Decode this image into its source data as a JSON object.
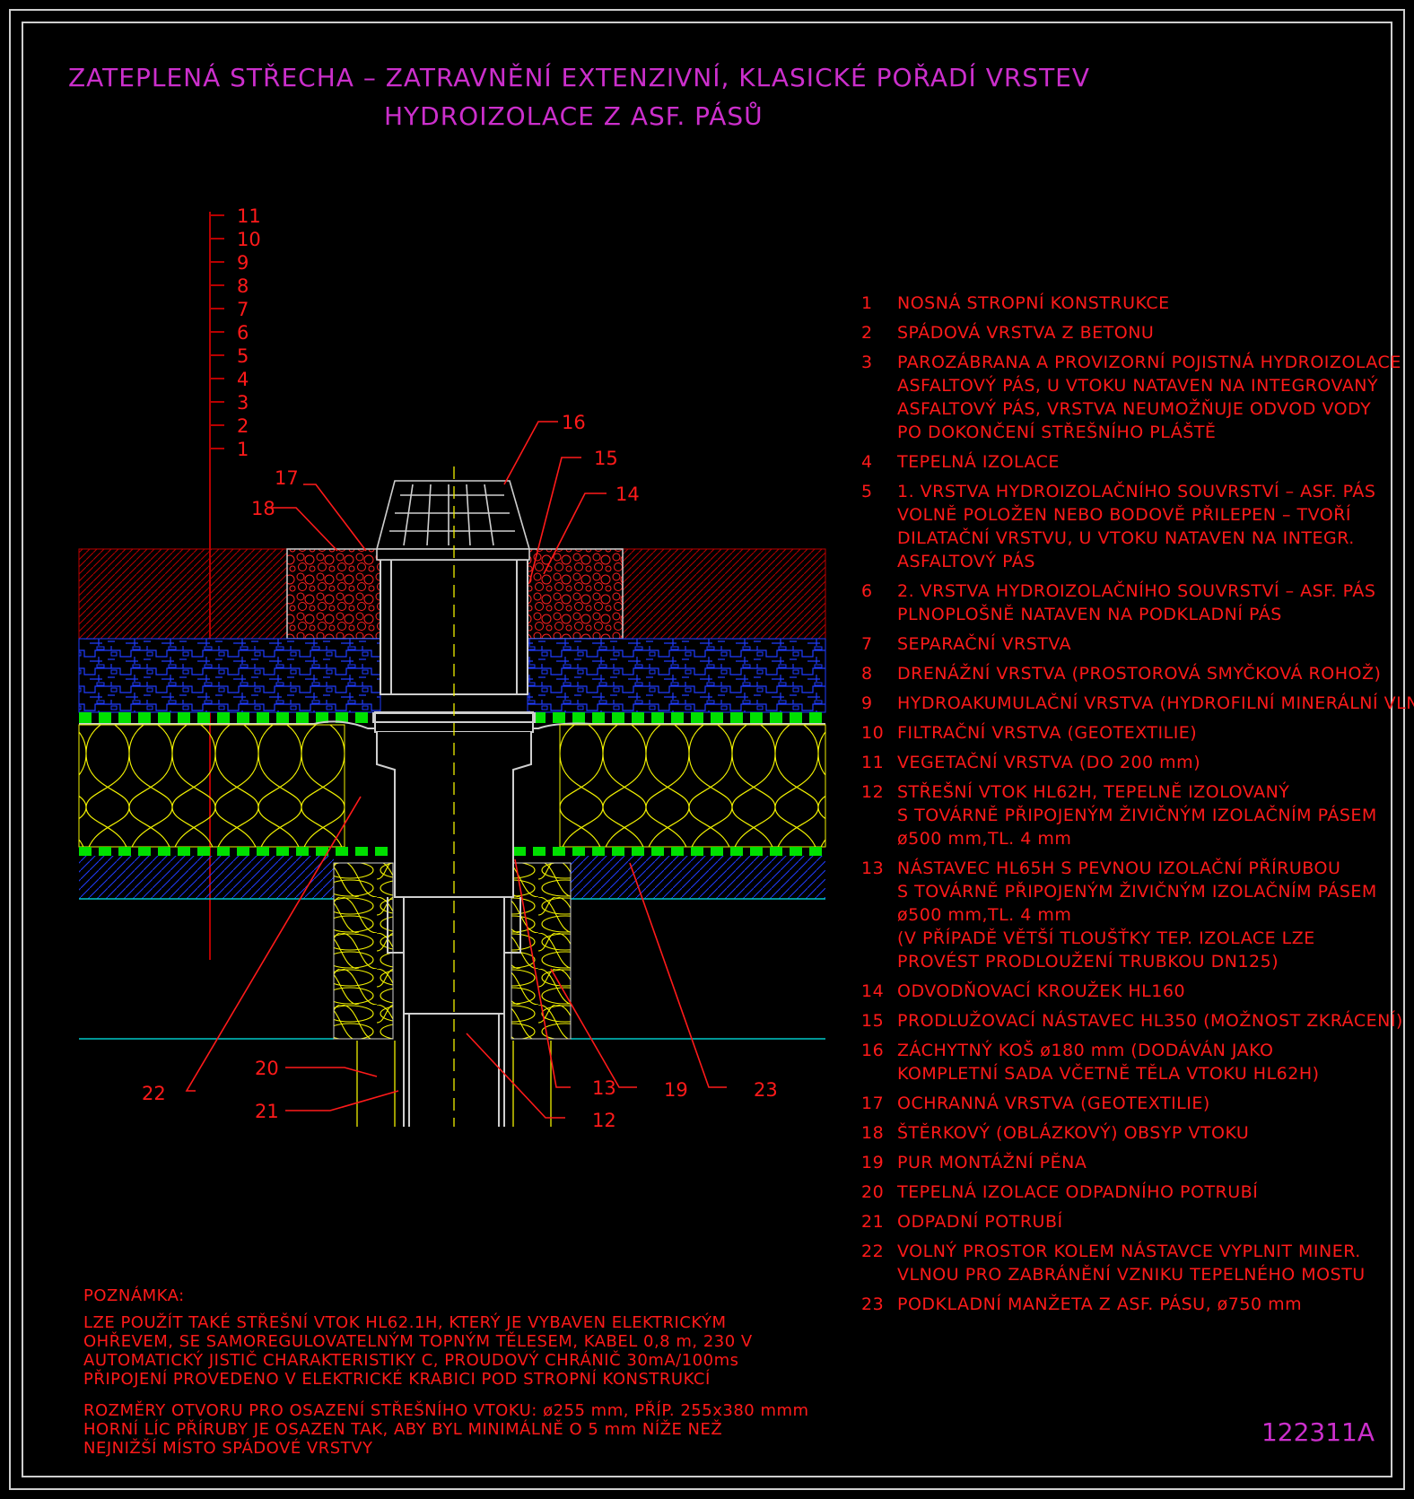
{
  "title": {
    "line1": "ZATEPLENÁ STŘECHA – ZATRAVNĚNÍ EXTENZIVNÍ, KLASICKÉ POŘADÍ VRSTEV",
    "line2": "HYDROIZOLACE Z ASF. PÁSŮ"
  },
  "layer_scale": [
    "11",
    "10",
    "9",
    "8",
    "7",
    "6",
    "5",
    "4",
    "3",
    "2",
    "1"
  ],
  "callouts": {
    "c12": "12",
    "c13": "13",
    "c14": "14",
    "c15": "15",
    "c16": "16",
    "c17": "17",
    "c18": "18",
    "c19": "19",
    "c20": "20",
    "c21": "21",
    "c22": "22",
    "c23": "23"
  },
  "legend": [
    {
      "num": "1",
      "lines": [
        "NOSNÁ STROPNÍ KONSTRUKCE"
      ]
    },
    {
      "num": "2",
      "lines": [
        "SPÁDOVÁ VRSTVA Z BETONU"
      ]
    },
    {
      "num": "3",
      "lines": [
        "PAROZÁBRANA A PROVIZORNÍ POJISTNÁ HYDROIZOLACE",
        "ASFALTOVÝ PÁS, U VTOKU NATAVEN NA INTEGROVANÝ",
        "ASFALTOVÝ PÁS, VRSTVA NEUMOŽŇUJE ODVOD VODY",
        "PO DOKONČENÍ STŘEŠNÍHO PLÁŠTĚ"
      ]
    },
    {
      "num": "4",
      "lines": [
        "TEPELNÁ IZOLACE"
      ]
    },
    {
      "num": "5",
      "lines": [
        "1. VRSTVA HYDROIZOLAČNÍHO SOUVRSTVÍ – ASF. PÁS",
        "VOLNĚ POLOŽEN NEBO BODOVĚ PŘILEPEN – TVOŘÍ",
        "DILATAČNÍ VRSTVU, U VTOKU NATAVEN NA INTEGR.",
        "ASFALTOVÝ PÁS"
      ]
    },
    {
      "num": "6",
      "lines": [
        "2. VRSTVA HYDROIZOLAČNÍHO SOUVRSTVÍ – ASF. PÁS",
        "PLNOPLOŠNĚ NATAVEN NA PODKLADNÍ PÁS"
      ]
    },
    {
      "num": "7",
      "lines": [
        "SEPARAČNÍ VRSTVA"
      ]
    },
    {
      "num": "8",
      "lines": [
        "DRENÁŽNÍ VRSTVA (PROSTOROVÁ SMYČKOVÁ ROHOŽ)"
      ]
    },
    {
      "num": "9",
      "lines": [
        "HYDROAKUMULAČNÍ VRSTVA (HYDROFILNÍ MINERÁLNÍ VLNA)"
      ]
    },
    {
      "num": "10",
      "lines": [
        "FILTRAČNÍ VRSTVA (GEOTEXTILIE)"
      ]
    },
    {
      "num": "11",
      "lines": [
        "VEGETAČNÍ VRSTVA (DO 200 mm)"
      ]
    },
    {
      "num": "12",
      "lines": [
        "STŘEŠNÍ VTOK HL62H, TEPELNĚ IZOLOVANÝ",
        "S TOVÁRNĚ PŘIPOJENÝM ŽIVIČNÝM IZOLAČNÍM PÁSEM",
        "ø500 mm,TL. 4 mm"
      ]
    },
    {
      "num": "13",
      "lines": [
        "NÁSTAVEC HL65H S PEVNOU IZOLAČNÍ PŘÍRUBOU",
        "S TOVÁRNĚ PŘIPOJENÝM ŽIVIČNÝM IZOLAČNÍM PÁSEM",
        "ø500 mm,TL. 4 mm",
        "(V PŘÍPADĚ VĚTŠÍ TLOUŠŤKY TEP. IZOLACE LZE",
        "PROVÉST PRODLOUŽENÍ TRUBKOU DN125)"
      ]
    },
    {
      "num": "14",
      "lines": [
        "ODVODŇOVACÍ KROUŽEK HL160"
      ]
    },
    {
      "num": "15",
      "lines": [
        "PRODLUŽOVACÍ NÁSTAVEC HL350 (MOŽNOST ZKRÁCENÍ)"
      ]
    },
    {
      "num": "16",
      "lines": [
        "ZÁCHYTNÝ KOŠ ø180 mm (DODÁVÁN JAKO",
        "KOMPLETNÍ SADA VČETNĚ TĚLA VTOKU HL62H)"
      ]
    },
    {
      "num": "17",
      "lines": [
        "OCHRANNÁ VRSTVA (GEOTEXTILIE)"
      ]
    },
    {
      "num": "18",
      "lines": [
        "ŠTĚRKOVÝ (OBLÁZKOVÝ) OBSYP VTOKU"
      ]
    },
    {
      "num": "19",
      "lines": [
        "PUR MONTÁŽNÍ PĚNA"
      ]
    },
    {
      "num": "20",
      "lines": [
        "TEPELNÁ IZOLACE ODPADNÍHO POTRUBÍ"
      ]
    },
    {
      "num": "21",
      "lines": [
        "ODPADNÍ POTRUBÍ"
      ]
    },
    {
      "num": "22",
      "lines": [
        "VOLNÝ PROSTOR KOLEM NÁSTAVCE VYPLNIT MINER.",
        "VLNOU PRO ZABRÁNĚNÍ VZNIKU TEPELNÉHO MOSTU"
      ]
    },
    {
      "num": "23",
      "lines": [
        "PODKLADNÍ MANŽETA Z ASF. PÁSU, ø750 mm"
      ]
    }
  ],
  "note": {
    "heading": "POZNÁMKA:",
    "para1": [
      "LZE POUŽÍT TAKÉ STŘEŠNÍ VTOK HL62.1H, KTERÝ JE VYBAVEN ELEKTRICKÝM",
      "OHŘEVEM, SE SAMOREGULOVATELNÝM TOPNÝM TĚLESEM, KABEL 0,8 m, 230 V",
      "AUTOMATICKÝ JISTIČ CHARAKTERISTIKY C, PROUDOVÝ CHRÁNIČ 30mA/100ms",
      "PŘIPOJENÍ PROVEDENO V ELEKTRICKÉ KRABICI POD STROPNÍ KONSTRUKCÍ"
    ],
    "para2": [
      "ROZMĚRY OTVORU PRO OSAZENÍ STŘEŠNÍHO VTOKU: ø255 mm, PŘÍP. 255x380 mmm",
      "HORNÍ LÍC PŘÍRUBY JE OSAZEN TAK, ABY BYL MINIMÁLNĚ O 5 mm NÍŽE NEŽ",
      "NEJNIŽŠÍ MÍSTO SPÁDOVÉ VRSTVY"
    ]
  },
  "drawing_code": "122311A",
  "colors": {
    "background": "#000000",
    "frame": "#cfcfcf",
    "title": "#cc2fcc",
    "text": "#ff1a1a",
    "substrate": "#b80000",
    "drainage": "#1f3cff",
    "membrane": "#00e000",
    "insulation": "#f0f000",
    "cyan": "#00c8c8"
  }
}
